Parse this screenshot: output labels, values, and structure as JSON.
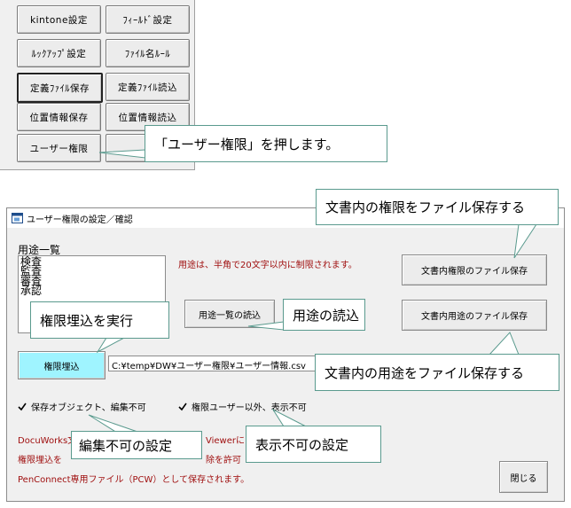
{
  "top_panel": {
    "buttons": [
      "kintone設定",
      "ﾌｨｰﾙﾄﾞ設定",
      "ﾙｯｸｱｯﾌﾟ設定",
      "ﾌｧｲﾙ名ﾙｰﾙ",
      "定義ﾌｧｲﾙ保存",
      "定義ﾌｧｲﾙ読込",
      "位置情報保存",
      "位置情報読込",
      "ユーザー権限"
    ]
  },
  "dialog": {
    "title": "ユーザー権限の設定／確認",
    "usage_list_label": "用途一覧",
    "usage_items": [
      "検査",
      "監査",
      "審査",
      "承認"
    ],
    "usage_hint": "用途は、半角で20文字以内に制限されます。",
    "save_rights_button": "文書内権限のファイル保存",
    "load_usage_button": "用途一覧の読込",
    "save_usage_button": "文書内用途のファイル保存",
    "embed_rights_button": "権限埋込",
    "path_value": "C:¥temp¥DW¥ユーザー権限¥ユーザー情報.csv",
    "checkbox_save_object": "保存オブジェクト、編集不可",
    "checkbox_non_rights_user": "権限ユーザー以外、表示不可",
    "note_line1_start": "DocuWorks文",
    "note_line1_end": "Viewerに",
    "note_line2_start": "権限埋込を",
    "note_line2_end": "除を許可",
    "note_line3": "PenConnect専用ファイル（PCW）として保存されます。",
    "close_button": "閉じる"
  },
  "callouts": {
    "user_rights": "「ユーザー権限」を押します。",
    "save_rights": "文書内の権限をファイル保存する",
    "embed_rights": "権限埋込を実行",
    "load_usage": "用途の読込",
    "save_usage": "文書内の用途をファイル保存する",
    "no_edit": "編集不可の設定",
    "no_display": "表示不可の設定"
  },
  "colors": {
    "callout_border": "#5a9a8e",
    "embed_button_bg": "#9ff4ff",
    "hint_text": "#a01010"
  }
}
